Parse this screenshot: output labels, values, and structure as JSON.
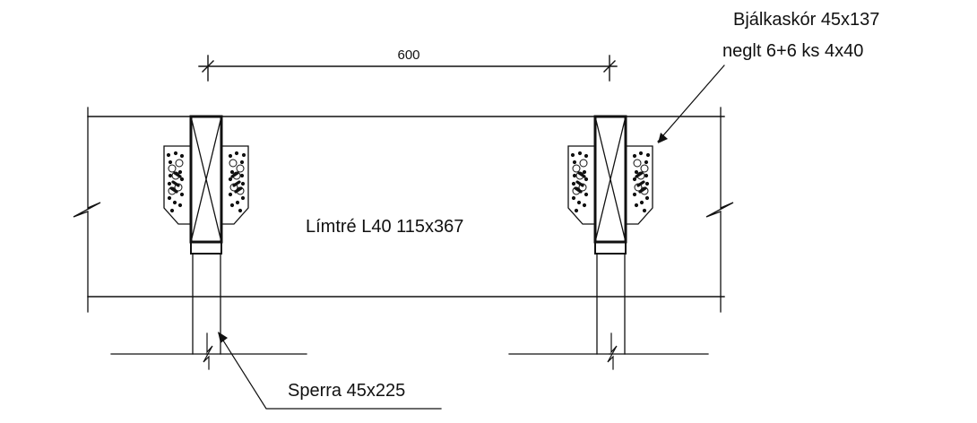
{
  "labels": {
    "dimension": "600",
    "joist_hanger_line1": "Bjálkaskór 45x137",
    "joist_hanger_line2": "neglt 6+6 ks 4x40",
    "beam": "Límtré L40 115x367",
    "rafter": "Sperra 45x225"
  },
  "colors": {
    "ink": "#111111",
    "paper": "#ffffff"
  }
}
